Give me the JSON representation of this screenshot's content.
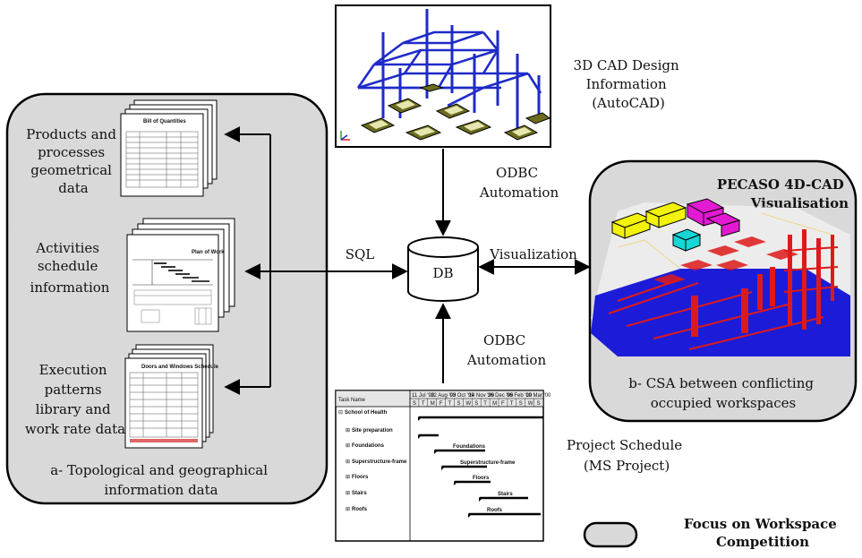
{
  "left_panel": {
    "caption_line1": "a- Topological and geographical",
    "caption_line2": "information data",
    "items": [
      {
        "lines": [
          "Products and",
          "processes",
          "geometrical",
          "data"
        ],
        "doc_title": "Bill of Quantities"
      },
      {
        "lines": [
          "Activities",
          "schedule",
          "information"
        ],
        "doc_title": "Plan of Work"
      },
      {
        "lines": [
          "Execution",
          "patterns",
          "library and",
          "work rate data"
        ],
        "doc_title": "Doors and Windows Schedule"
      }
    ]
  },
  "cad_source": {
    "lines": [
      "3D CAD Design",
      "Information",
      "(AutoCAD)"
    ]
  },
  "connectors": {
    "top_line1": "ODBC",
    "top_line2": "Automation",
    "bottom_line1": "ODBC",
    "bottom_line2": "Automation",
    "left": "SQL",
    "right": "Visualization"
  },
  "database": {
    "label": "DB"
  },
  "right_panel": {
    "title_line1": "PECASO 4D-CAD",
    "title_line2": "Visualisation",
    "caption_line1": "b- CSA between conflicting",
    "caption_line2": "occupied workspaces"
  },
  "schedule": {
    "caption_line1": "Project Schedule",
    "caption_line2": "(MS Project)",
    "header_task": "Task Name",
    "header_dates": [
      "11 Jul '99",
      "22 Aug '99",
      "03 Oct '99",
      "14 Nov '99",
      "26 Dec '99",
      "06 Feb '00",
      "19 Mar '00"
    ],
    "header_days": [
      "S",
      "T",
      "M",
      "F",
      "T",
      "S",
      "W",
      "S",
      "T",
      "M",
      "F",
      "T",
      "S",
      "W",
      "S"
    ],
    "tasks": [
      {
        "name": "School of Health",
        "bar_label": ""
      },
      {
        "name": "Site preparation",
        "bar_label": ""
      },
      {
        "name": "Foundations",
        "bar_label": "Foundations"
      },
      {
        "name": "Superstructure-frame",
        "bar_label": "Superstructure-frame"
      },
      {
        "name": "Floors",
        "bar_label": "Floors"
      },
      {
        "name": "Stairs",
        "bar_label": "Stairs"
      },
      {
        "name": "Roofs",
        "bar_label": "Roofs"
      }
    ]
  },
  "legend": {
    "line1": "Focus on Workspace",
    "line2": "Competition"
  },
  "colors": {
    "panel_fill": "#d9d9d9",
    "cad_frame": "#1f2bc8",
    "cad_footing": "#6b6b1f",
    "viz_floor": "#1c1cd8",
    "viz_frame": "#dd1a1a",
    "viz_yellow": "#f2f20a",
    "viz_magenta": "#e21ad2",
    "viz_cyan": "#17d6d6"
  }
}
